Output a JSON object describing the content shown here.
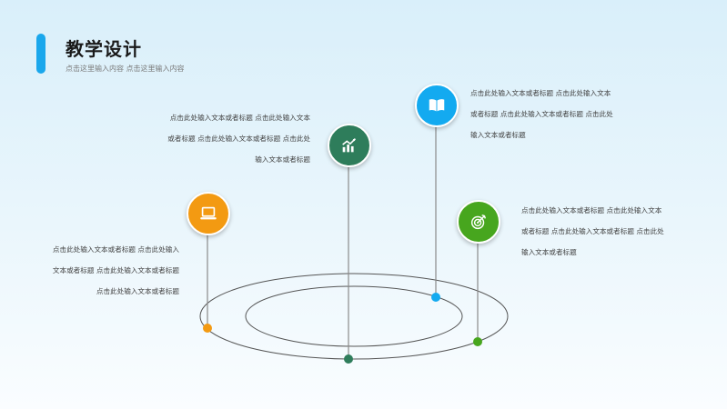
{
  "header": {
    "title": "教学设计",
    "subtitle": "点击这里输入内容 点击这里输入内容"
  },
  "colors": {
    "accent": "#1aa7ec",
    "orange": "#f39a12",
    "teal": "#2e7d5b",
    "blue": "#13aaf0",
    "green": "#47a61e"
  },
  "items": [
    {
      "icon": "laptop-icon",
      "color": "#f39a12",
      "lines": [
        "点击此处输入文本或者标题 点击此处输入",
        "文本或者标题 点击此处输入文本或者标题",
        "点击此处输入文本或者标题"
      ]
    },
    {
      "icon": "chart-icon",
      "color": "#2e7d5b",
      "lines": [
        "点击此处输入文本或者标题 点击此处输入文本",
        "或者标题 点击此处输入文本或者标题 点击此处",
        "输入文本或者标题"
      ]
    },
    {
      "icon": "book-icon",
      "color": "#13aaf0",
      "lines": [
        "点击此处输入文本或者标题 点击此处输入文本",
        "或者标题 点击此处输入文本或者标题 点击此处",
        "输入文本或者标题"
      ]
    },
    {
      "icon": "target-icon",
      "color": "#47a61e",
      "lines": [
        "点击此处输入文本或者标题 点击此处输入文本",
        "或者标题 点击此处输入文本或者标题 点击此处",
        "输入文本或者标题"
      ]
    }
  ]
}
